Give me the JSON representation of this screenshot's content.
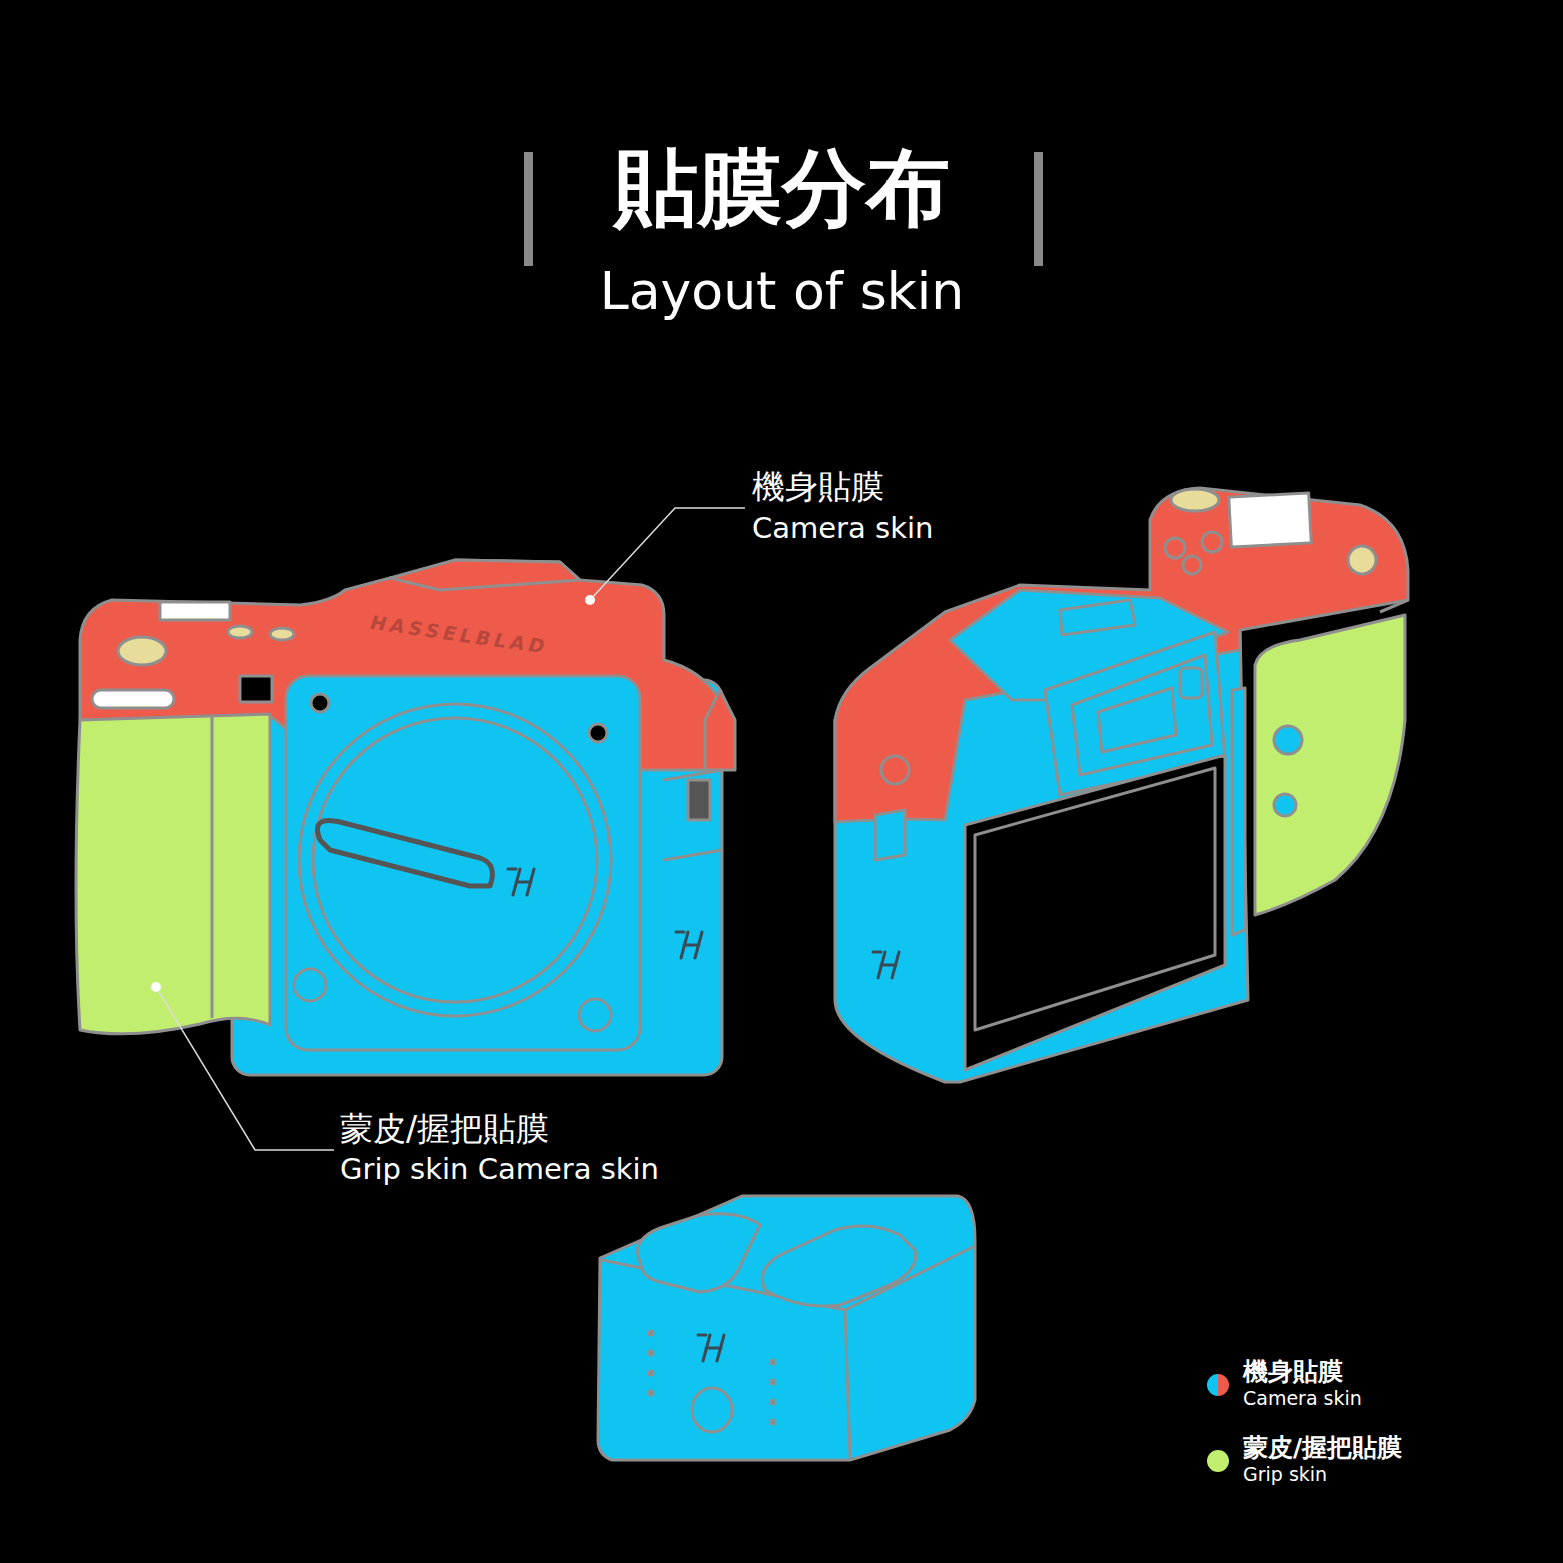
{
  "diagram": {
    "title": "貼膜分布",
    "labels": [
      "Layout of skin",
      "機身貼膜",
      "Camera skin",
      "蒙皮/握把貼膜",
      "Grip skin Camera skin",
      "HASSELBLAD",
      "Camera skin",
      "Grip skin"
    ],
    "legend": [
      {
        "text": "機身貼膜",
        "color": "#ef5b4b"
      },
      {
        "text": "蒙皮/握把貼膜",
        "color": "#c2ee6f"
      }
    ]
  }
}
